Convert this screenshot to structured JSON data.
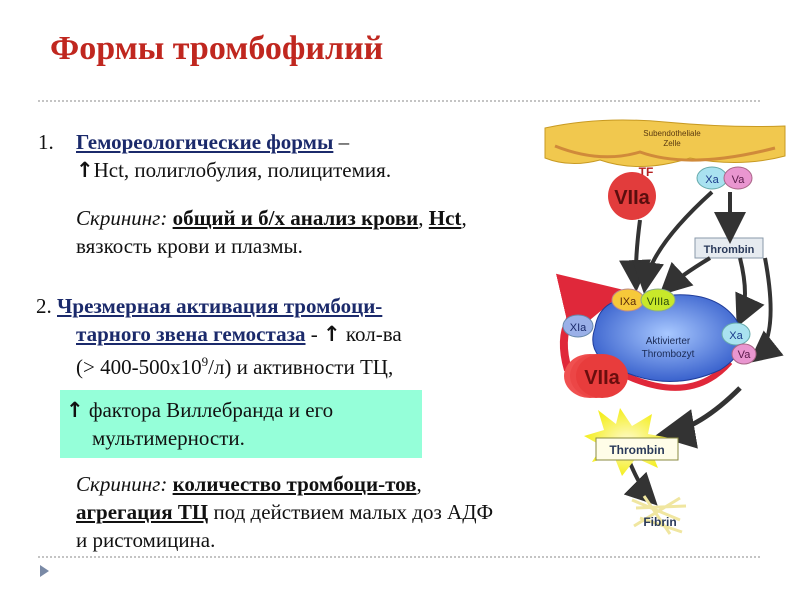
{
  "title": "Формы тромбофилий",
  "item1": {
    "num": "1.",
    "heading": "Гемореологические формы",
    "dash": " –",
    "arrow": "↑",
    "rest": "Hct, полиглобулия, полицитемия."
  },
  "screen1": {
    "label": "Скрининг:",
    "t1": "общий и б/х анализ крови",
    "sep1": ", ",
    "t2": "Hct",
    "rest": ", вязкость крови и плазмы."
  },
  "item2": {
    "num": "2.",
    "heading_a": "Чрезмерная активация тромбоци-",
    "heading_b": "тарного звена гемостаза",
    "mid": " - ",
    "arrow": "↑",
    "count_a": " кол-ва",
    "count_b_pre": "(> 400-500х10",
    "count_b_sup": "9",
    "count_b_post": "/л) и активности ТЦ,"
  },
  "green_note": {
    "arrow": "↑",
    "line1": " фактора Виллебранда и его",
    "line2": "мультимерности."
  },
  "screen2": {
    "label": "Скрининг:",
    "t1": "количество тромбоци-тов",
    "sep1": ", ",
    "t2": "агрегация ТЦ",
    "rest": " под действием малых доз АДФ и ристомицина."
  },
  "diagram": {
    "cell_label": "Subendotheliale Zelle",
    "tf": "TF",
    "viia": "VIIa",
    "xa": "Xa",
    "va": "Va",
    "thrombin_top": "Thrombin",
    "ixa": "IXa",
    "viiia": "VIIIa",
    "xia": "XIa",
    "platelet_1": "Aktivierter",
    "platelet_2": "Thrombozyt",
    "xa2": "Xa",
    "va2": "Va",
    "viia2": "VIIa",
    "thrombin_burst": "Thrombin",
    "fibrin": "Fibrin"
  }
}
